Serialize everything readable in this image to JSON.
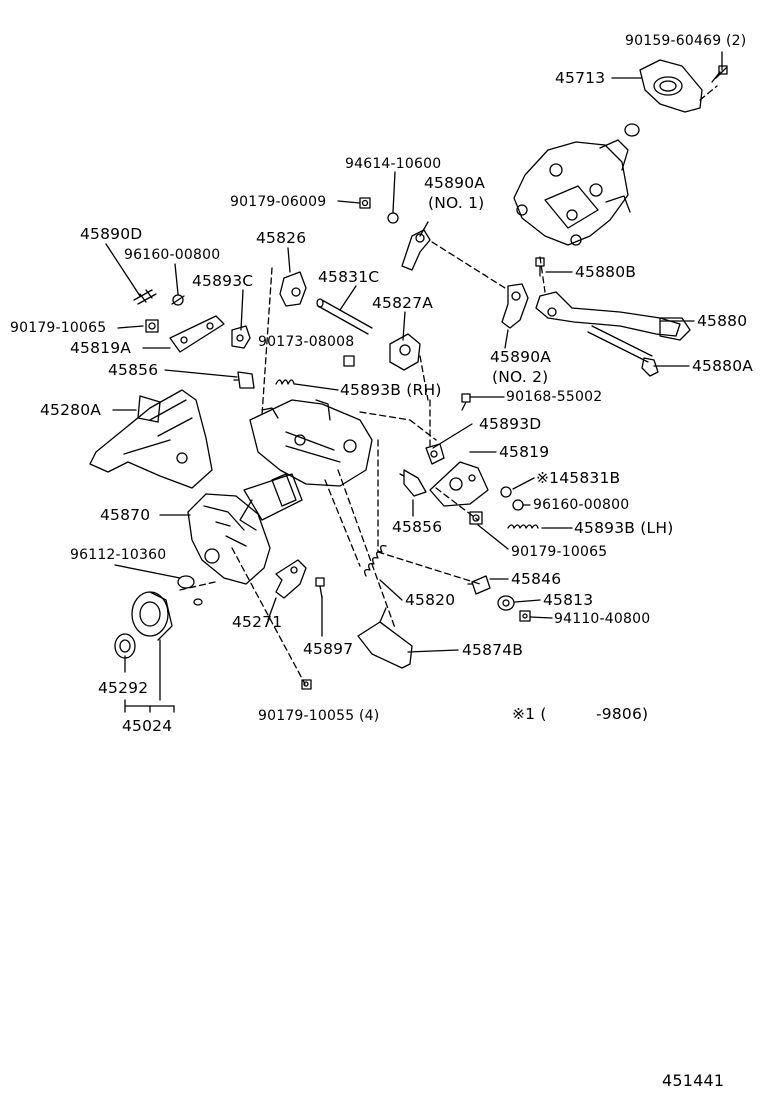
{
  "diagram_code": "451441",
  "footnote": {
    "marker": "※1 (",
    "range": "-9806)"
  },
  "labels": {
    "p90159": "90159-60469 (2)",
    "p45713": "45713",
    "p94614": "94614-10600",
    "p45890a1": "45890A",
    "p45890a1_no": "(NO. 1)",
    "p90179_06009": "90179-06009",
    "p45890d": "45890D",
    "p45826": "45826",
    "p96160_a": "96160-00800",
    "p45893c": "45893C",
    "p45831c": "45831C",
    "p45827a": "45827A",
    "p45880b": "45880B",
    "p45880": "45880",
    "p90179_10065_a": "90179-10065",
    "p45819a": "45819A",
    "p90173": "90173-08008",
    "p45890a2": "45890A",
    "p45890a2_no": "(NO. 2)",
    "p45880a": "45880A",
    "p45856_a": "45856",
    "p45893b_rh": "45893B (RH)",
    "p90168": "90168-55002",
    "p45280a": "45280A",
    "p45893d": "45893D",
    "p45819": "45819",
    "p145831b": "※145831B",
    "p96160_b": "96160-00800",
    "p45870": "45870",
    "p45856_b": "45856",
    "p45893b_lh": "45893B (LH)",
    "p90179_10065_b": "90179-10065",
    "p96112": "96112-10360",
    "p45846": "45846",
    "p45820": "45820",
    "p45813": "45813",
    "p94110": "94110-40800",
    "p45271": "45271",
    "p45897": "45897",
    "p45874b": "45874B",
    "p45292": "45292",
    "p45024": "45024",
    "p90179_10055": "90179-10055 (4)"
  }
}
